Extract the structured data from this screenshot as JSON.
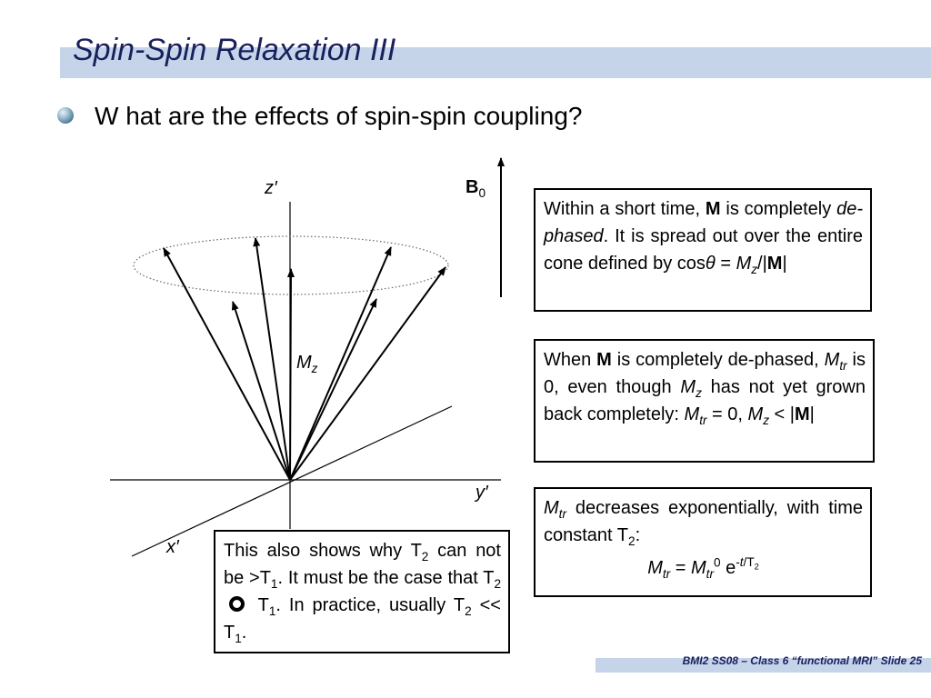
{
  "slide": {
    "title": "Spin-Spin Relaxation III",
    "bullet": "W hat are the effects of spin-spin coupling?",
    "footer": "BMI2 SS08 – Class 6 “functional MRI” Slide 25"
  },
  "diagram": {
    "axis_z": "z′",
    "axis_y": "y′",
    "axis_x": "x′",
    "field_letter": "B",
    "field_sub": "0",
    "mz_letter": "M",
    "mz_sub": "z"
  },
  "boxes": {
    "b1": {
      "t1": "Within a short time, ",
      "t2": "M",
      "t3": " is completely ",
      "t4": "de-phased",
      "t5": ".  It is spread out over the entire cone defined by cos",
      "t6": "θ",
      "t7": " = ",
      "t8": "M",
      "t9": "z",
      "t10": "/|",
      "t11": "M",
      "t12": "|"
    },
    "b2": {
      "t1": "When ",
      "t2": "M",
      "t3": " is completely de-phased, ",
      "t4": "M",
      "t5": "tr",
      "t6": " is 0, even though ",
      "t7": "M",
      "t8": "z",
      "t9": " has not yet grown back completely: ",
      "t10": "M",
      "t11": "tr",
      "t12": " = 0, ",
      "t13": "M",
      "t14": "z",
      "t15": " < |",
      "t16": "M",
      "t17": "|"
    },
    "b3": {
      "t1": "M",
      "t2": "tr",
      "t3": " decreases exponentially, with time constant T",
      "t4": "2",
      "t5": ":",
      "f1": "M",
      "f2": "tr",
      "f3": " = ",
      "f4": "M",
      "f5": "tr",
      "f6": "0",
      "f7": " e",
      "f8": "-",
      "f9": "t",
      "f10": "/T",
      "f11": "2"
    },
    "b4": {
      "t1": "This also shows why T",
      "t2": "2",
      "t3": " can not be >T",
      "t4": "1",
      "t5": ".  It must be the case that T",
      "t6": "2",
      "t7": " T",
      "t8": "1",
      "t9": ".  In practice, usually T",
      "t10": "2",
      "t11": " << T",
      "t12": "1",
      "t13": "."
    }
  }
}
